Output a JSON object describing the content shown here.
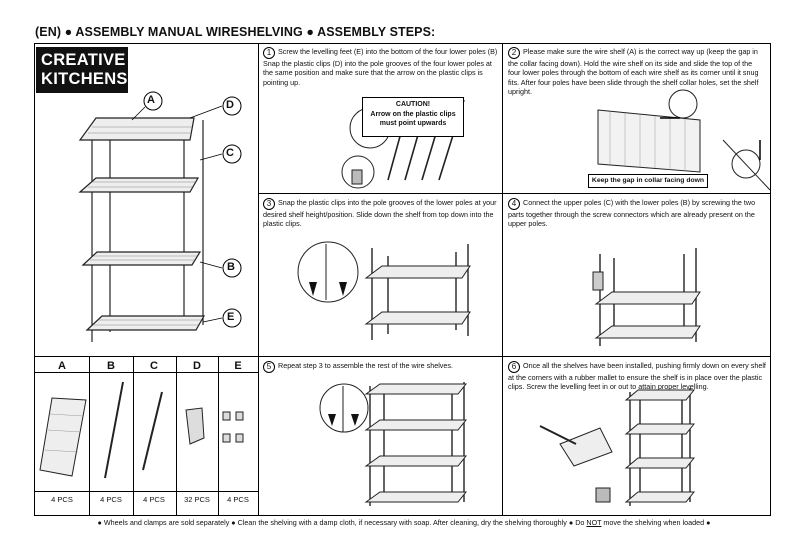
{
  "title": "(EN) ● ASSEMBLY MANUAL WIRESHELVING ● ASSEMBLY STEPS:",
  "logo": {
    "line1": "CREATIVE",
    "line2": "KITCHENS"
  },
  "callouts": [
    "A",
    "D",
    "C",
    "B",
    "E"
  ],
  "parts": [
    {
      "letter": "A",
      "qty": "4 PCS"
    },
    {
      "letter": "B",
      "qty": "4 PCS"
    },
    {
      "letter": "C",
      "qty": "4 PCS"
    },
    {
      "letter": "D",
      "qty": "32 PCS"
    },
    {
      "letter": "E",
      "qty": "4 PCS"
    }
  ],
  "steps": [
    {
      "num": "1",
      "text": "Screw the levelling feet (E) into the bottom of the four lower poles (B) Snap the plastic clips (D) into the pole grooves of the four lower poles at the same position and make sure that the arrow on the plastic clips is pointing up."
    },
    {
      "num": "2",
      "text": "Please make sure the wire shelf (A) is the correct way up (keep the gap in the collar facing down). Hold the wire shelf on its side and slide the top of the four lower poles through the bottom of each wire shelf as its corner until it snug fits. After four poles have been slide through the shelf collar holes, set the shelf upright."
    },
    {
      "num": "3",
      "text": "Snap the plastic clips into the pole grooves of the lower poles at your desired shelf height/position. Slide down the shelf from top down into the plastic clips."
    },
    {
      "num": "4",
      "text": "Connect the upper poles (C) with the lower poles (B) by screwing the two parts together through the screw connectors which are already present on the upper poles."
    },
    {
      "num": "5",
      "text": "Repeat step 3 to assemble the rest of the wire shelves."
    },
    {
      "num": "6",
      "text": "Once all the shelves have been installed, pushing firmly down on every shelf at the corners with a rubber mallet to ensure the shelf is in place over the plastic clips. Screw the levelling feet in or out to attain proper levelling."
    }
  ],
  "caution": {
    "line1": "CAUTION!",
    "line2": "Arrow on the plastic clips",
    "line3": "must point upwards"
  },
  "gap_note": "Keep the gap in collar facing down",
  "footer": {
    "before": "● Wheels and clamps are sold separately ● Clean the shelving with a damp cloth, if necessary with soap. After cleaning, dry the shelving thoroughly ● Do ",
    "not": "NOT",
    "after": " move the shelving when loaded ●"
  }
}
